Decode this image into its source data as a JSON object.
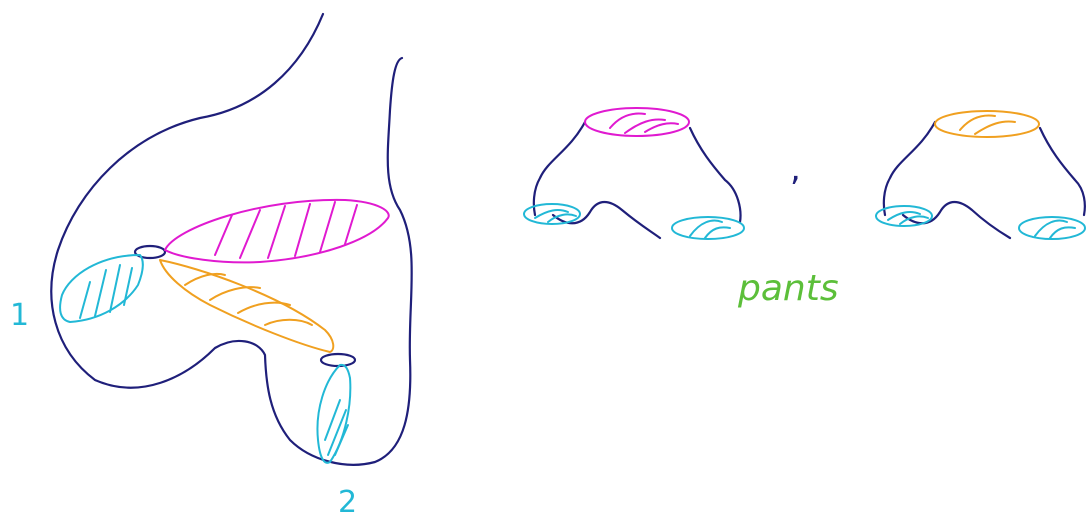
{
  "labels": {
    "boundary_1": "1",
    "boundary_2": "2",
    "separator": ",",
    "caption": "pants"
  },
  "colors": {
    "outline": "#1f1f7a",
    "magenta_curve": "#e01ad0",
    "orange_curve": "#f0a020",
    "cyan_boundary": "#22b8d6",
    "caption": "#5cbf3a"
  }
}
